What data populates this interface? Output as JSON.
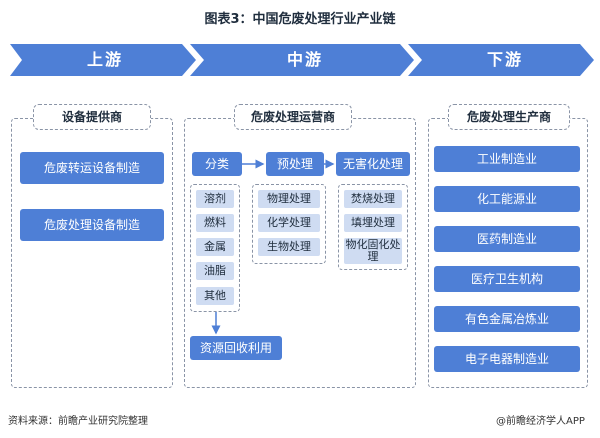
{
  "title": "图表3：中国危废处理行业产业链",
  "banners": {
    "upstream": "上游",
    "midstream": "中游",
    "downstream": "下游"
  },
  "upstream": {
    "header": "设备提供商",
    "items": [
      "危废转运设备制造",
      "危废处理设备制造"
    ]
  },
  "midstream": {
    "header": "危废处理运营商",
    "steps": [
      "分类",
      "预处理",
      "无害化处理"
    ],
    "categories": [
      "溶剂",
      "燃料",
      "金属",
      "油脂",
      "其他"
    ],
    "pretreatment": [
      "物理处理",
      "化学处理",
      "生物处理"
    ],
    "harmless": [
      "焚烧处理",
      "填埋处理",
      "物化固化处理"
    ],
    "recycle": "资源回收利用"
  },
  "downstream": {
    "header": "危废处理生产商",
    "items": [
      "工业制造业",
      "化工能源业",
      "医药制造业",
      "医疗卫生机构",
      "有色金属冶炼业",
      "电子电器制造业"
    ]
  },
  "footer": {
    "source": "资料来源：前瞻产业研究院整理",
    "brand": "@前瞻经济学人APP"
  },
  "colors": {
    "primary": "#4e7fd6",
    "light": "#cfdcf2",
    "dashed": "#8a94a6"
  }
}
